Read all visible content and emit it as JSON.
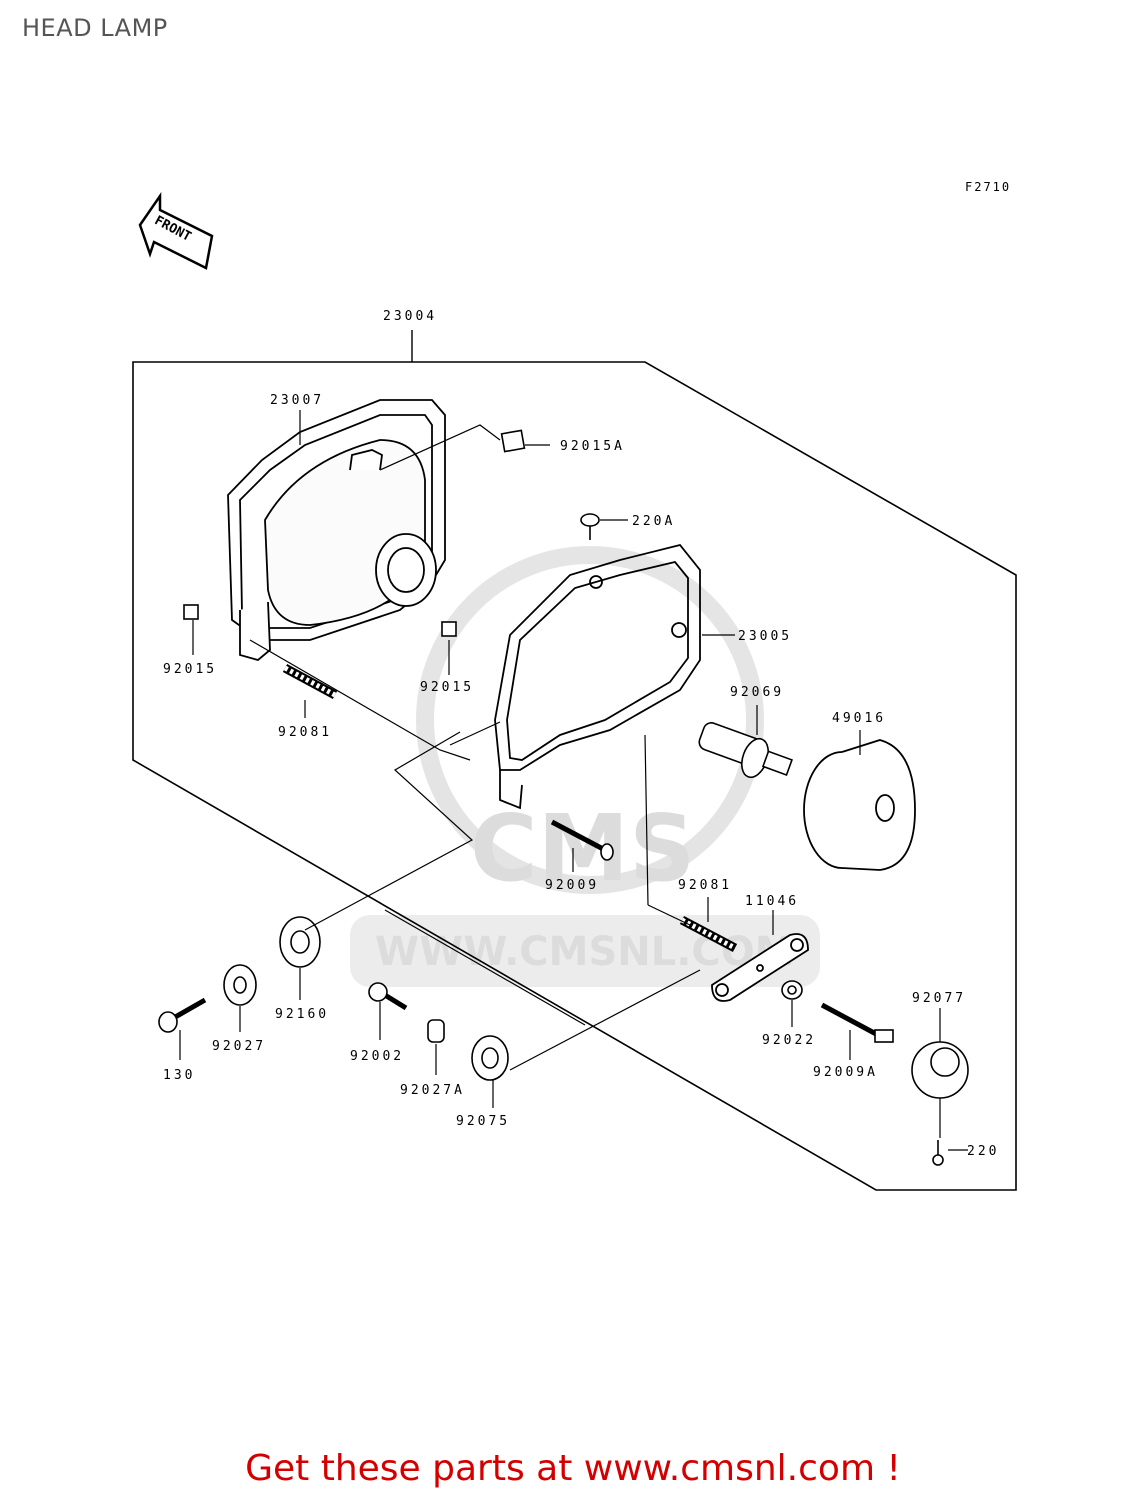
{
  "page": {
    "title": "HEAD LAMP",
    "figure_code": "F2710",
    "front_label": "FRONT",
    "watermark_logo": "CMS",
    "watermark_url": "WWW.CMSNL.COM",
    "footer_text": "Get these parts at www.cmsnl.com !"
  },
  "parts": {
    "p23004": "23004",
    "p23007": "23007",
    "p92015A": "92015A",
    "p220A": "220A",
    "p23005": "23005",
    "p92015_left": "92015",
    "p92015_mid": "92015",
    "p92081_top": "92081",
    "p92069": "92069",
    "p49016": "49016",
    "p92009": "92009",
    "p92081_bot": "92081",
    "p11046": "11046",
    "p92160": "92160",
    "p92027": "92027",
    "p130": "130",
    "p92002": "92002",
    "p92027A": "92027A",
    "p92075": "92075",
    "p92022": "92022",
    "p92009A": "92009A",
    "p92077": "92077",
    "p220": "220"
  },
  "colors": {
    "footer": "#d40000",
    "title": "#555555",
    "watermark": "#d9d9d9"
  }
}
